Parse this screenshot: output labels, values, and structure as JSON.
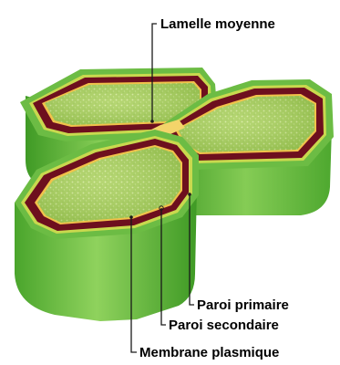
{
  "labels": {
    "middle_lamella": "Lamelle moyenne",
    "primary_wall": "Paroi primaire",
    "secondary_wall": "Paroi secondaire",
    "plasma_membrane": "Membrane plasmique"
  },
  "colors": {
    "side_light": "#8fd25d",
    "side_dark": "#3f9a25",
    "outer_rim": "#6cbc44",
    "middle_lamella": "#f3d46a",
    "primary_wall": "#c9d94e",
    "secondary_wall": "#6d0f1e",
    "membrane": "#f1c24a",
    "cytoplasm": "#a9cf5b",
    "cytoplasm_dots": "#d7ec9e"
  }
}
